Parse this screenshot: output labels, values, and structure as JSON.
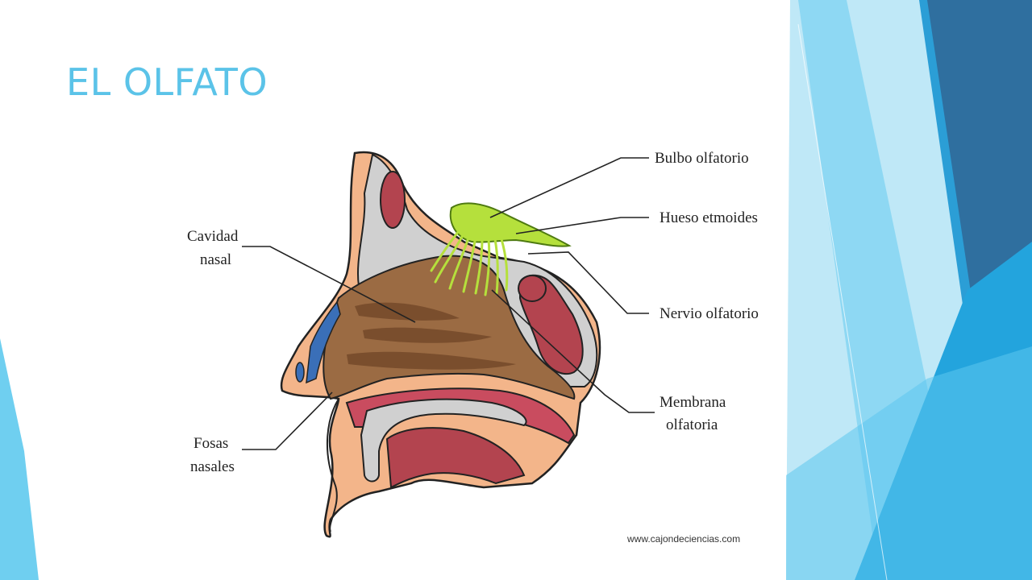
{
  "slide": {
    "title": "EL OLFATO"
  },
  "diagram": {
    "labels": {
      "bulbo": "Bulbo olfatorio",
      "etmoides": "Hueso etmoides",
      "nervio": "Nervio olfatorio",
      "membrana_1": "Membrana",
      "membrana_2": "olfatoria",
      "cavidad_1": "Cavidad",
      "cavidad_2": "nasal",
      "fosas_1": "Fosas",
      "fosas_2": "nasales"
    },
    "credit": "www.cajondeciencias.com"
  },
  "colors": {
    "title": "#5BC3E8",
    "accent_light": "#7FD3F0",
    "accent_mid": "#29A8E0",
    "accent_dark": "#2E6EA6"
  }
}
